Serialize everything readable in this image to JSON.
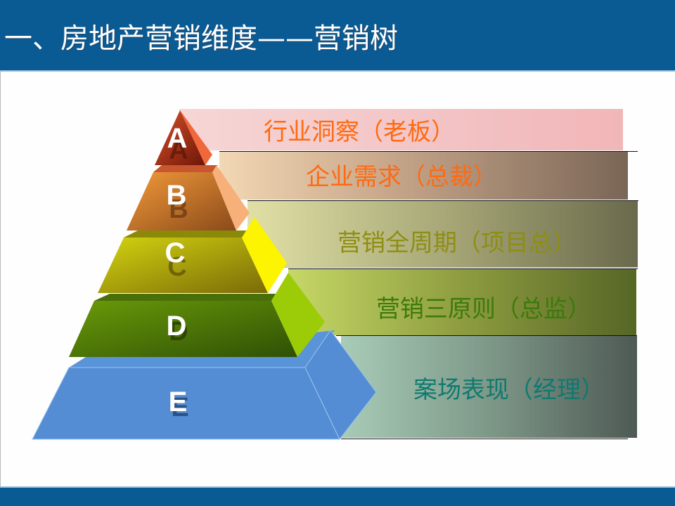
{
  "header": {
    "title": "一、房地产营销维度——营销树",
    "background_color": "#0a5a93"
  },
  "diagram": {
    "type": "pyramid",
    "levels": [
      {
        "letter": "A",
        "label": "行业洞察（老板）",
        "label_color": "#ff6a12",
        "layer_color": "#b8361a"
      },
      {
        "letter": "B",
        "label": "企业需求（总裁）",
        "label_color": "#ff6a12",
        "layer_color": "#d98030"
      },
      {
        "letter": "C",
        "label": "营销全周期（项目总）",
        "label_color": "#8e8e12",
        "layer_color": "#b8b810"
      },
      {
        "letter": "D",
        "label": "营销三原则（总监）",
        "label_color": "#3c7a0c",
        "layer_color": "#4e7a08"
      },
      {
        "letter": "E",
        "label": "案场表现（经理）",
        "label_color": "#0e7a70",
        "layer_color": "#558ed2"
      }
    ]
  },
  "footer": {
    "background_color": "#0a5a93"
  }
}
